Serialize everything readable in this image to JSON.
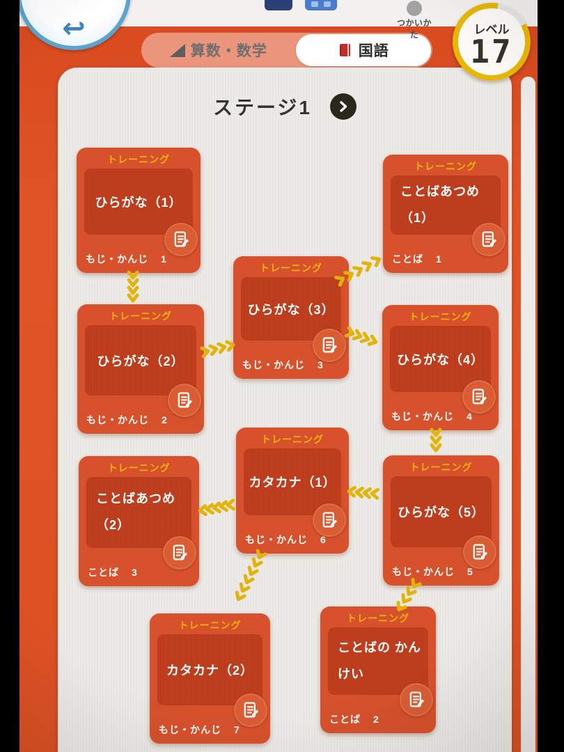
{
  "topbar": {
    "help_label": "つかいかた"
  },
  "level_badge": {
    "label": "レベル",
    "value": "17"
  },
  "tabs": {
    "math": {
      "label": "算数・数学"
    },
    "japanese": {
      "label": "国語"
    }
  },
  "stage": {
    "title": "ステージ1"
  },
  "training_tag": "トレーニング",
  "cards": [
    {
      "title": "ひらがな（1）",
      "category": "もじ・かんじ",
      "number": "1"
    },
    {
      "title": "ことばあつめ（1）",
      "category": "ことば",
      "number": "1"
    },
    {
      "title": "ひらがな（2）",
      "category": "もじ・かんじ",
      "number": "2"
    },
    {
      "title": "ひらがな（3）",
      "category": "もじ・かんじ",
      "number": "3"
    },
    {
      "title": "ひらがな（4）",
      "category": "もじ・かんじ",
      "number": "4"
    },
    {
      "title": "ことばあつめ（2）",
      "category": "ことば",
      "number": "3"
    },
    {
      "title": "カタカナ（1）",
      "category": "もじ・かんじ",
      "number": "6"
    },
    {
      "title": "ひらがな（5）",
      "category": "もじ・かんじ",
      "number": "5"
    },
    {
      "title": "カタカナ（2）",
      "category": "もじ・かんじ",
      "number": "7"
    },
    {
      "title": "ことばの かんけい",
      "category": "ことば",
      "number": "2"
    }
  ],
  "icons": {
    "back": "return-arrow",
    "help": "gray-circle",
    "math_tab": "set-square-triangle",
    "japanese_tab": "red-book",
    "stage_next": "chevron-right",
    "card_badge": "document-pencil",
    "connector": "yellow-chevron-dots"
  },
  "colors": {
    "app_background": "#dd5124",
    "panel": "#edebe7",
    "card": "#d6512c",
    "card_inner": "#bf3e1e",
    "tag_yellow": "#f0b40a",
    "connector_yellow": "#e2b308",
    "level_ring": "#e9b606",
    "tab_active_bg": "#ffffff"
  }
}
